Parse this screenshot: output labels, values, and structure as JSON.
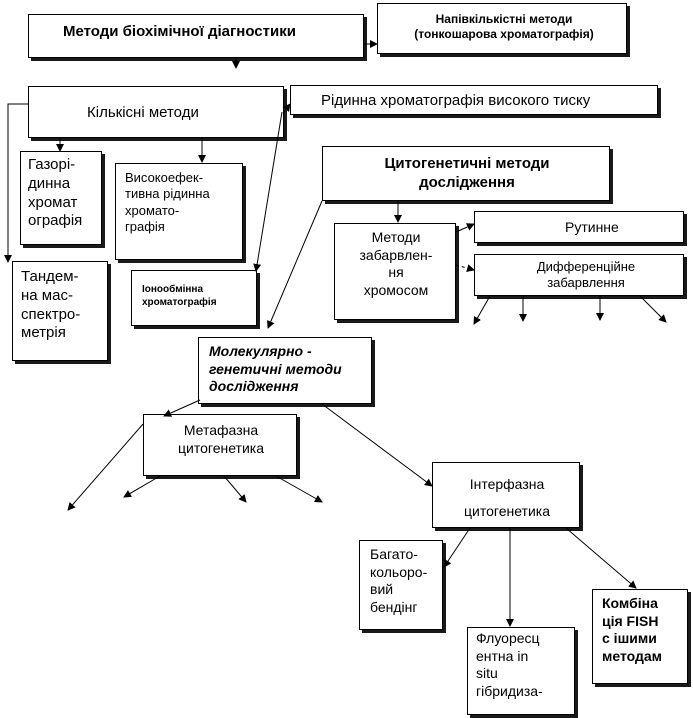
{
  "nodes": {
    "biochem": "Методи біохімічної діагностики",
    "semiquant": "Напівкількістні методи\n(тонкошарова хроматографія)",
    "quant": "Кількісні методи",
    "hplc": "Рідинна хроматографія високого тиску",
    "gas": "Газорі-\nдинна\nхромат\nографія",
    "highperf": "Високоефек-\nтивна рідинна\nхромато-\nграфія",
    "cytogen": "Цитогенетичні методи\nдослідження",
    "routine": "Рутинне",
    "staining": "Методи\nзабарвлен-\nня\nхромосом",
    "differential": "Дифференційне\nзабарвлення",
    "tandem": "Тандем-\nна мас-\nспектро-\nметрія",
    "ionexchange": "Іонообмінна\nхроматографія",
    "molecular": "Молекулярно -\nгенетичні методи\nдослідження",
    "metaphase": "Метафазна\nцитогенетика",
    "interphase": "Інтерфазна\nцитогенетика",
    "multicolor": "Багато-\nкольоро-\nвий\nбендінг",
    "fish": "Флуоресц\nентна in\nsitu\nгібридиза-",
    "combination": "Комбіна\nція FISH\nс ішими\nметодам"
  }
}
